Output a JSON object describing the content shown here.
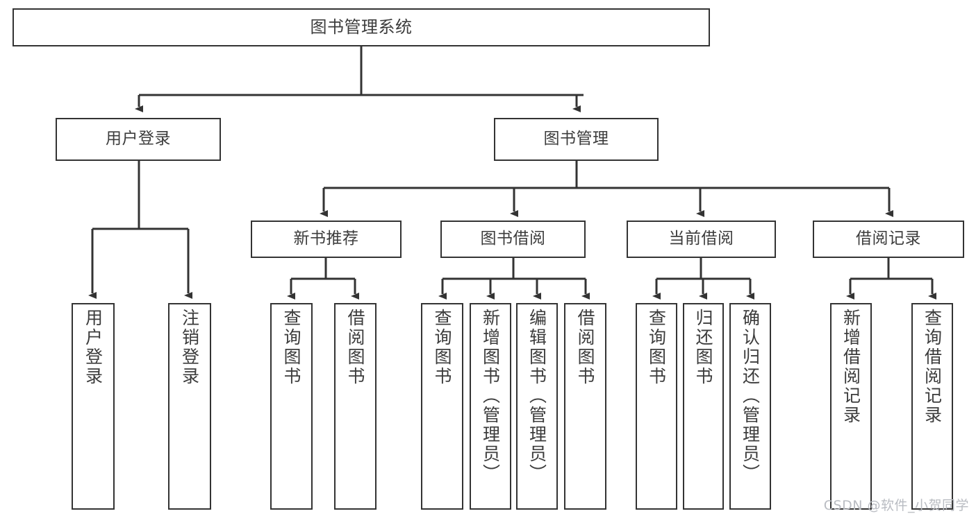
{
  "diagram": {
    "title": "图书管理系统",
    "type": "hierarchy-tree",
    "levels": 4,
    "edge_color": "#333333",
    "node_border_color": "#333333",
    "node_fill": "#ffffff",
    "text_color": "#3c3c3c"
  },
  "nodes": {
    "root": {
      "label": "图书管理系统"
    },
    "level2": [
      {
        "label": "用户登录"
      },
      {
        "label": "图书管理"
      }
    ],
    "level3": [
      {
        "label": "新书推荐"
      },
      {
        "label": "图书借阅"
      },
      {
        "label": "当前借阅"
      },
      {
        "label": "借阅记录"
      }
    ],
    "leaves_user_login": [
      {
        "label": "用户登录"
      },
      {
        "label": "注销登录"
      }
    ],
    "leaves_new_book": [
      {
        "label": "查询图书"
      },
      {
        "label": "借阅图书"
      }
    ],
    "leaves_borrow": [
      {
        "label": "查询图书"
      },
      {
        "label": "新增图书（管理员）"
      },
      {
        "label": "编辑图书（管理员）"
      },
      {
        "label": "借阅图书"
      }
    ],
    "leaves_current": [
      {
        "label": "查询图书"
      },
      {
        "label": "归还图书"
      },
      {
        "label": "确认归还（管理员）"
      }
    ],
    "leaves_records": [
      {
        "label": "新增借阅记录"
      },
      {
        "label": "查询借阅记录"
      }
    ]
  },
  "watermark": {
    "text": "CSDN @软件_小贺同学"
  }
}
